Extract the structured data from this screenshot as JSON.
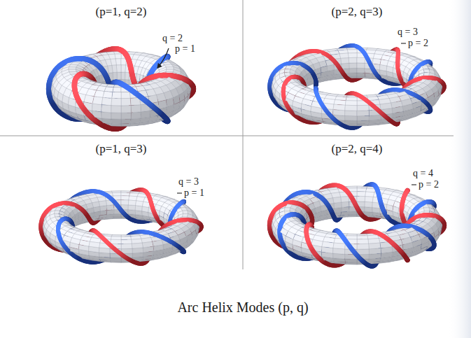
{
  "diagram": {
    "caption": "Arc Helix Modes (p, q)",
    "labels": [
      "(p=1, q=2)",
      "q = 2",
      "p = 1",
      "(p=2, q=3)",
      "q = 3",
      "p = 2",
      "(p=1, q=3)",
      "q = 3",
      "p = 1",
      "(p=2, q=4)",
      "q = 4",
      "p = 2"
    ]
  }
}
